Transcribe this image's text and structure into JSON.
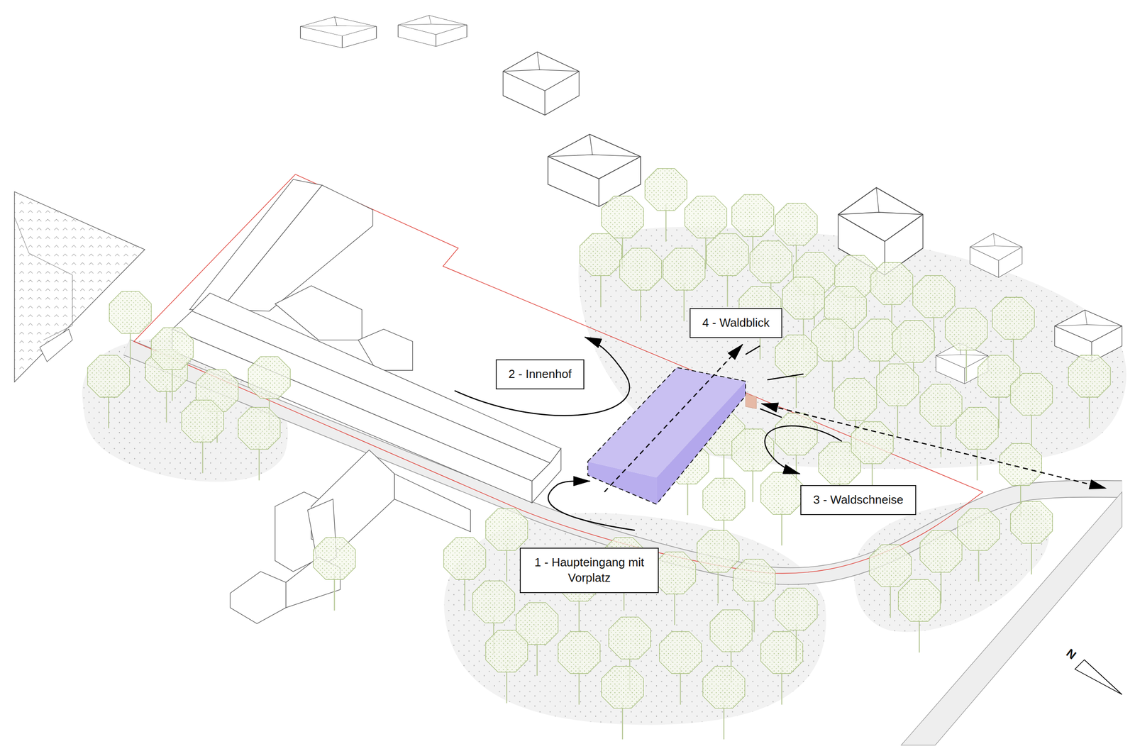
{
  "diagram": {
    "nodes": [
      {
        "text": [
          "4 - Waldblick"
        ]
      },
      {
        "text": [
          "2 - Innenhof"
        ]
      },
      {
        "text": [
          "3 - Waldschneise"
        ]
      },
      {
        "text": [
          "1 - Haupteingang mit Vorplatz"
        ]
      }
    ],
    "labels": [
      "N"
    ]
  }
}
